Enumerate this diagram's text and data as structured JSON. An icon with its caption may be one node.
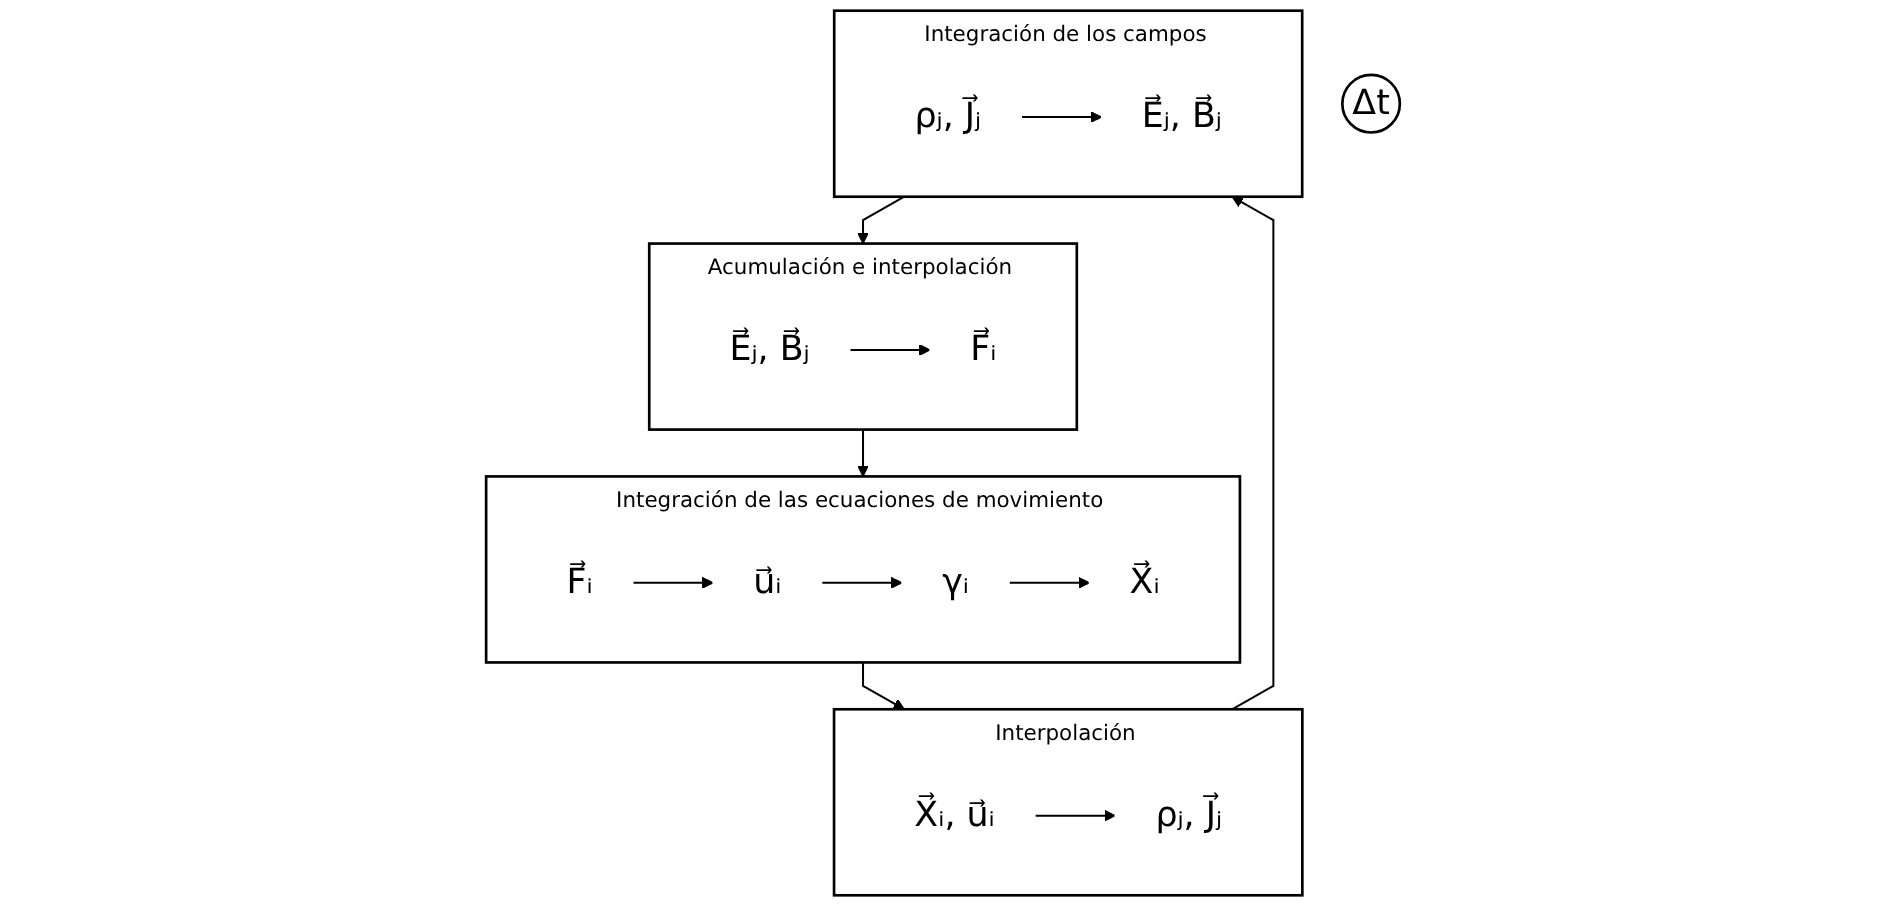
{
  "diagram": {
    "nodes": [
      {
        "text": [
          "Integración de las ecuaciones de movimiento"
        ]
      },
      {
        "text": [
          "F⃗ᵢ"
        ],
        "in": 0
      },
      {
        "text": [
          "u⃗ᵢ"
        ],
        "in": 0
      },
      {
        "text": [
          "γᵢ"
        ],
        "in": 0
      },
      {
        "text": [
          "X⃗ᵢ"
        ],
        "in": 0
      },
      {
        "text": [
          "Acumulación e interpolación"
        ]
      },
      {
        "text": [
          "E⃗ⱼ, B⃗ⱼ"
        ],
        "in": 5
      },
      {
        "text": [
          "F⃗ᵢ"
        ],
        "in": 5
      },
      {
        "text": [
          "Δt"
        ]
      },
      {
        "text": [
          "Interpolación"
        ]
      },
      {
        "text": [
          "X⃗ᵢ, u⃗ᵢ"
        ],
        "in": 9
      },
      {
        "text": [
          "ρⱼ, J⃗ⱼ"
        ],
        "in": 9
      },
      {
        "text": [
          "Integración de los campos"
        ]
      },
      {
        "text": [
          "E⃗ⱼ, B⃗ⱼ"
        ],
        "in": 12
      },
      {
        "text": [
          "ρⱼ, J⃗ⱼ"
        ],
        "in": 12
      }
    ],
    "edges": [
      {
        "from": 1,
        "to": 2,
        "arrow": "to"
      },
      {
        "from": 2,
        "to": 3,
        "arrow": "to"
      },
      {
        "from": 3,
        "to": 4,
        "arrow": "to"
      },
      {
        "from": 6,
        "to": 7,
        "arrow": "to"
      },
      {
        "from": 10,
        "to": 11,
        "arrow": "to"
      },
      {
        "from": 14,
        "to": 13,
        "arrow": "to"
      },
      {
        "from": 0,
        "to": 9,
        "arrow": "to"
      },
      {
        "from": 9,
        "to": 12,
        "arrow": "to"
      },
      {
        "from": 12,
        "to": 5,
        "arrow": "to"
      },
      {
        "from": 5,
        "to": 0,
        "arrow": "to"
      }
    ]
  }
}
